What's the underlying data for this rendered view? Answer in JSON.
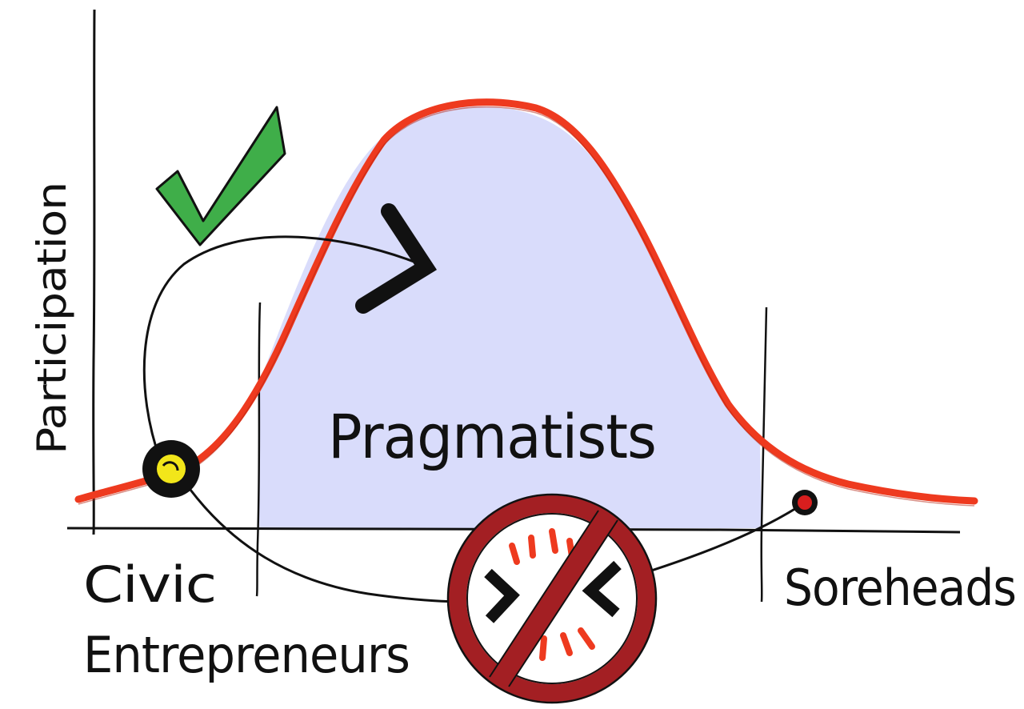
{
  "axis": {
    "y_label": "Participation"
  },
  "segments": {
    "left": {
      "line1": "Civic",
      "line2": "Entrepreneurs"
    },
    "middle": "Pragmatists",
    "right": "Soreheads"
  },
  "colors": {
    "curve": "#ee3a1f",
    "fill_under_curve": "#d9dcfb",
    "checkmark": "#3fae49",
    "no_symbol": "#a31f23",
    "civic_dot": "#f2e61a",
    "sorehead_dot": "#d81e1e"
  },
  "icons": {
    "approval": "checkmark-icon",
    "conflict": "no-symbol-icon",
    "civic_marker": "yellow-dot-icon",
    "sorehead_marker": "red-dot-icon"
  }
}
